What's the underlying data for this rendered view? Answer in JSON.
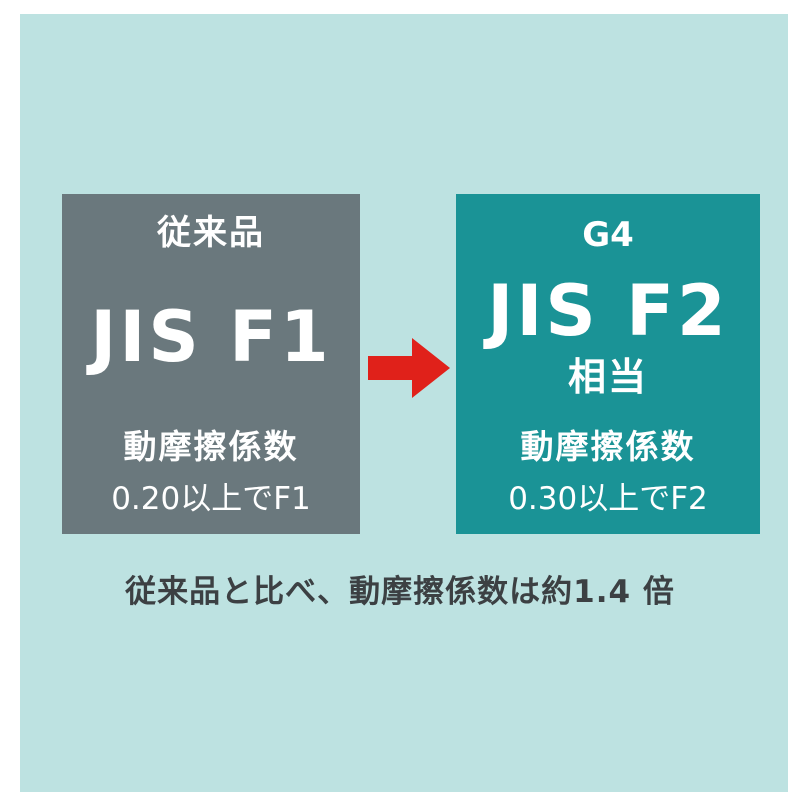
{
  "colors": {
    "background": "#bde2e1",
    "conventional_box": "#6a787d",
    "g4_box": "#1a9396",
    "arrow": "#e0211a",
    "text_light": "#ffffff",
    "text_dark": "#3c4043"
  },
  "conventional": {
    "label": "従来品",
    "grade": "JIS F1",
    "coefficient_label": "動摩擦係数",
    "condition": "0.20以上でF1"
  },
  "g4": {
    "label": "G4",
    "grade": "JIS F2",
    "equivalent": "相当",
    "coefficient_label": "動摩擦係数",
    "condition": "0.30以上でF2"
  },
  "arrow_icon": "right-arrow-icon",
  "caption": "従来品と比べ、動摩擦係数は約1.4 倍"
}
